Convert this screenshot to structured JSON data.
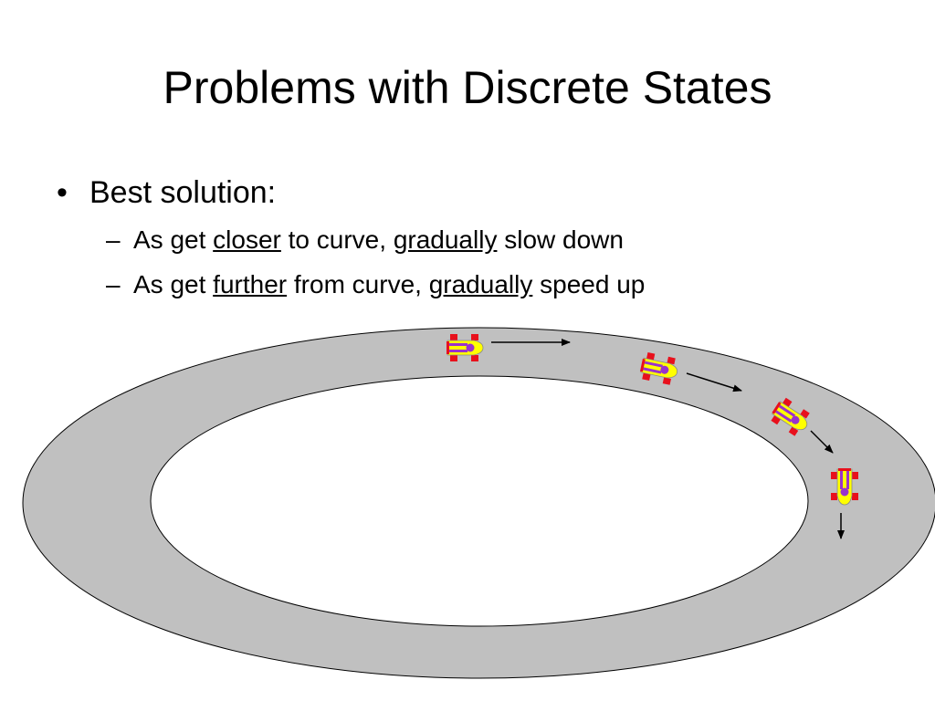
{
  "slide": {
    "title": "Problems with Discrete States",
    "bullet_marker": "•",
    "bullet": "Best solution:",
    "sub_marker": "–",
    "sub_items": [
      {
        "pre": "As get ",
        "em1": "closer",
        "mid": " to curve, ",
        "em2": "gradually",
        "post": " slow down"
      },
      {
        "pre": "As get ",
        "em1": "further",
        "mid": " from curve, ",
        "em2": "gradually",
        "post": " speed up"
      }
    ]
  },
  "colors": {
    "track": "#c0c0c0",
    "car_wheel": "#e8101c",
    "car_body": "#ffff00",
    "car_stripe": "#9933cc"
  },
  "icons": [
    "race-car-icon",
    "arrow-icon"
  ]
}
